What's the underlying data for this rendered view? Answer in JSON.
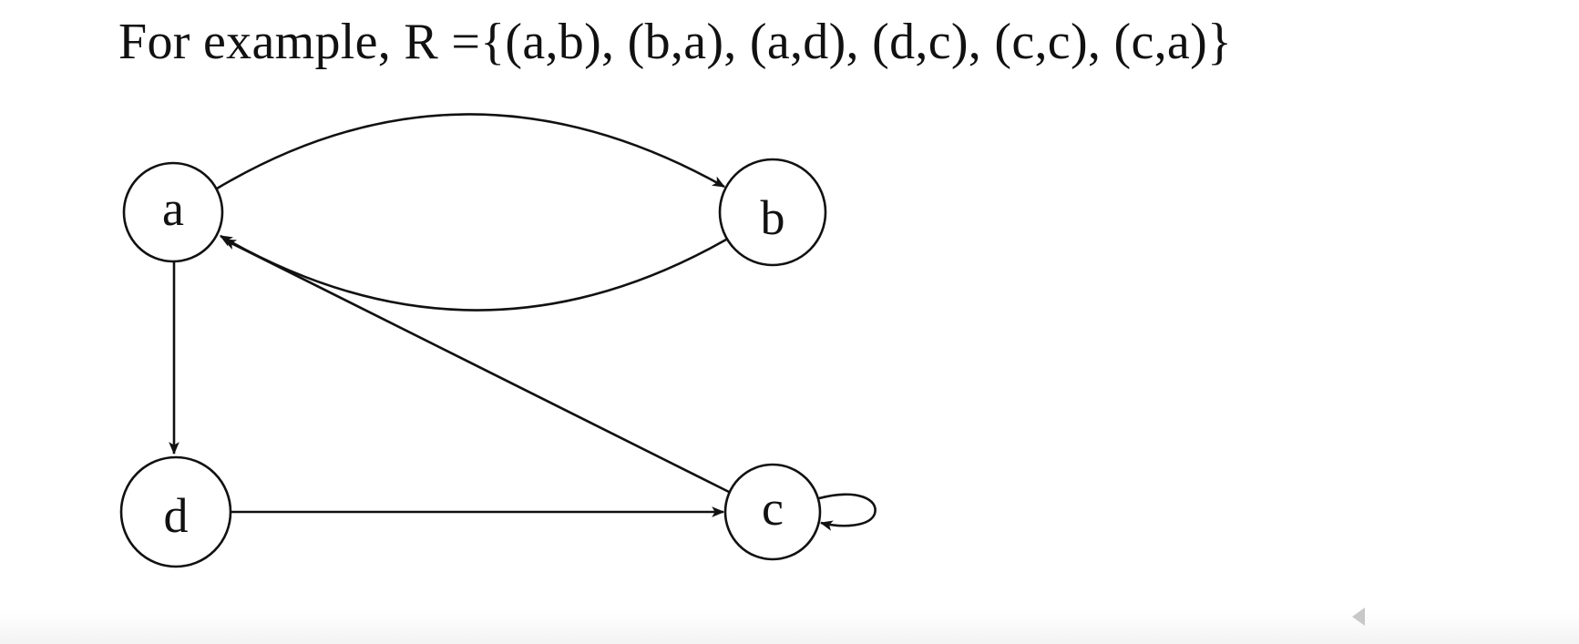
{
  "slide": {
    "title": "For example, R ={(a,b), (b,a), (a,d), (d,c), (c,c), (c,a)}"
  },
  "graph": {
    "nodes": [
      {
        "id": "a",
        "label": "a"
      },
      {
        "id": "b",
        "label": "b"
      },
      {
        "id": "c",
        "label": "c"
      },
      {
        "id": "d",
        "label": "d"
      }
    ],
    "edges": [
      {
        "from": "a",
        "to": "b"
      },
      {
        "from": "b",
        "to": "a"
      },
      {
        "from": "a",
        "to": "d"
      },
      {
        "from": "d",
        "to": "c"
      },
      {
        "from": "c",
        "to": "c"
      },
      {
        "from": "c",
        "to": "a"
      }
    ]
  },
  "navigation": {
    "prev_icon": "triangle-left-icon"
  }
}
